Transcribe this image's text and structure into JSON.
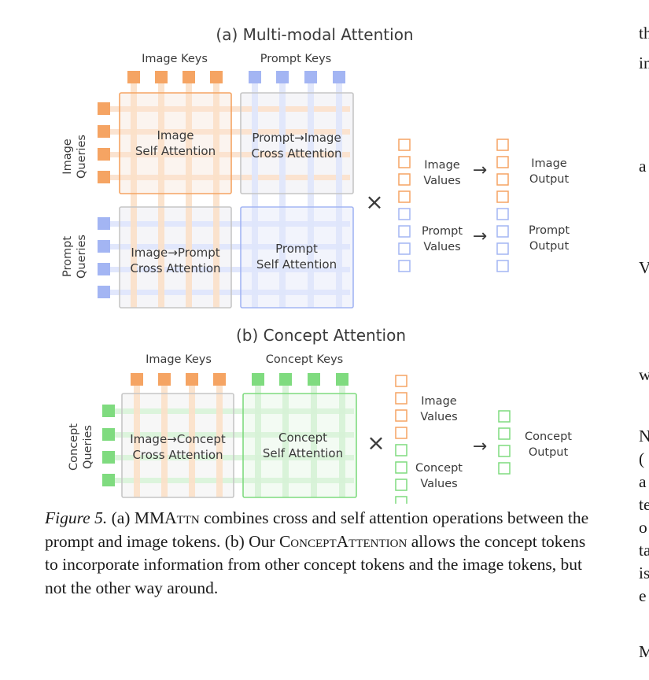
{
  "panel_a": {
    "title": "(a) Multi-modal Attention",
    "image_keys": "Image Keys",
    "prompt_keys": "Prompt Keys",
    "image_queries": [
      "Image",
      "Queries"
    ],
    "prompt_queries": [
      "Prompt",
      "Queries"
    ],
    "blocks": {
      "image_self": [
        "Image",
        "Self Attention"
      ],
      "prompt_to_image": [
        "Prompt→Image",
        "Cross Attention"
      ],
      "image_to_prompt": [
        "Image→Prompt",
        "Cross Attention"
      ],
      "prompt_self": [
        "Prompt",
        "Self Attention"
      ]
    },
    "times": "×",
    "arrow": "→",
    "image_values": [
      "Image",
      "Values"
    ],
    "prompt_values": [
      "Prompt",
      "Values"
    ],
    "image_output": [
      "Image",
      "Output"
    ],
    "prompt_output": [
      "Prompt",
      "Output"
    ]
  },
  "panel_b": {
    "title": "(b) Concept Attention",
    "image_keys": "Image Keys",
    "concept_keys": "Concept Keys",
    "concept_queries": [
      "Concept",
      "Queries"
    ],
    "blocks": {
      "image_to_concept": [
        "Image→Concept",
        "Cross Attention"
      ],
      "concept_self": [
        "Concept",
        "Self Attention"
      ]
    },
    "times": "×",
    "arrow": "→",
    "image_values": [
      "Image",
      "Values"
    ],
    "concept_values": [
      "Concept",
      "Values"
    ],
    "concept_output": [
      "Concept",
      "Output"
    ]
  },
  "caption": {
    "label": "Figure 5.",
    "part1": " (a) MMA",
    "mmattn_sc": "ttn",
    "part2": " combines cross and self attention operations between the prompt and image tokens. (b) Our C",
    "concept_sc": "oncept",
    "part3": "A",
    "attention_sc": "ttention",
    "part4": " allows the concept tokens to incorporate information from other concept tokens and the image tokens, but not the other way around."
  },
  "right_edge": [
    "th",
    "in",
    "a",
    "V",
    "w",
    "N",
    "(",
    "a",
    "te",
    "o",
    "ta",
    "is",
    "e",
    "M"
  ],
  "colors": {
    "image": "#f5a463",
    "image_light": "#fbe3d0",
    "prompt": "#a3b5f3",
    "prompt_light": "#e1e7fc",
    "concept": "#7fdb7f",
    "concept_light": "#dcf4dc",
    "block_border_gray": "#c6c6c6",
    "block_fill": "#f5f5f7"
  }
}
